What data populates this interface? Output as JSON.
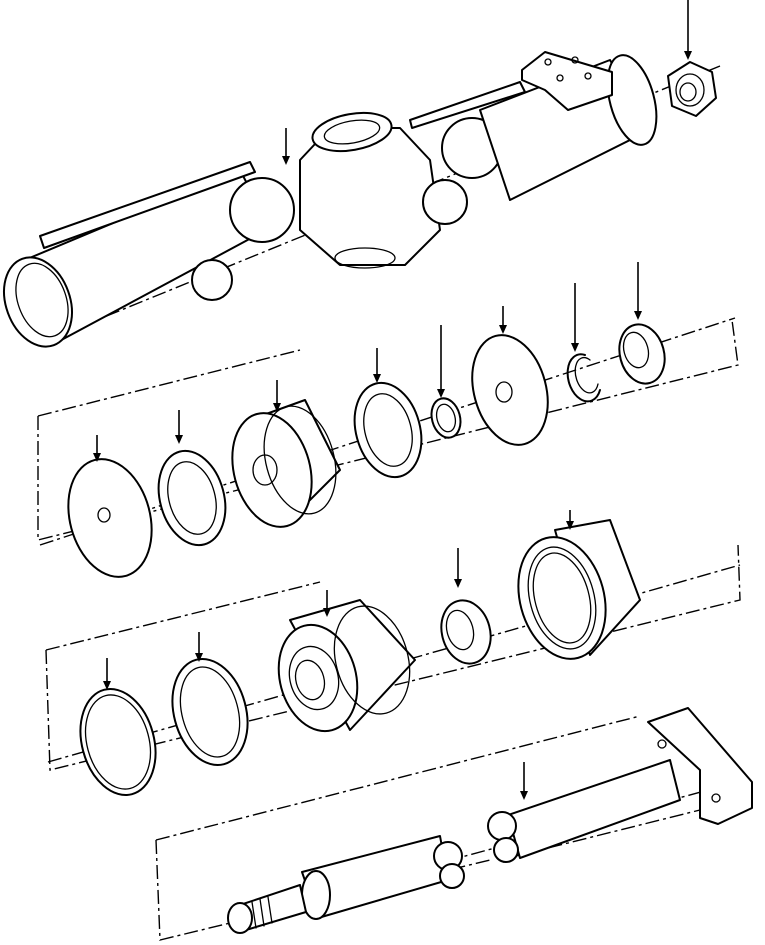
{
  "figure": {
    "background": "#ffffff",
    "ink": "#000000",
    "groups": [
      {
        "id": "cylinder-tube",
        "parts": [
          "tube",
          "trunnion-housing",
          "mount-plate",
          "lock-nut"
        ]
      },
      {
        "id": "row-1",
        "parts": [
          "washer",
          "wear-ring",
          "piston",
          "seal-ring",
          "o-ring",
          "flat-washer",
          "snap-ring",
          "wiper"
        ]
      },
      {
        "id": "row-2",
        "parts": [
          "backup-ring",
          "seal-ring",
          "gland",
          "bushing",
          "head-nut"
        ]
      },
      {
        "id": "row-3",
        "parts": [
          "piston-rod",
          "rod-eye"
        ]
      }
    ],
    "icons": [
      "arrow-down-icon"
    ]
  }
}
